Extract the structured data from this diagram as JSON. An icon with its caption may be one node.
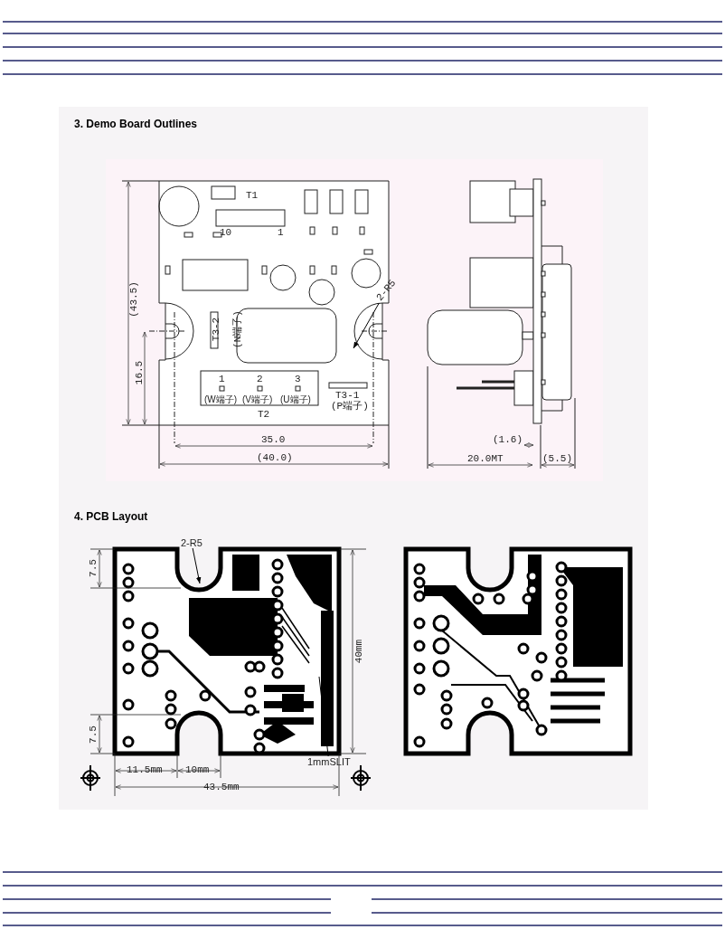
{
  "diagram": {
    "nodes": [
      {
        "text": [
          "2-R5"
        ]
      },
      {
        "text": [
          "2-R5"
        ]
      },
      {
        "text": [
          "1mmSLIT"
        ]
      }
    ],
    "edges": [
      {
        "from": 0,
        "to": null,
        "arrow": "to"
      },
      {
        "from": 1,
        "to": null,
        "arrow": "to"
      },
      {
        "from": 2,
        "to": null,
        "arrow": "none"
      }
    ],
    "labels": [
      "3. Demo Board Outlines",
      "T1",
      "10",
      "1",
      "T3-2",
      "(N端子)",
      "1",
      "2",
      "3",
      "(W端子)",
      "(V端子)",
      "(U端子)",
      "T2",
      "T3-1",
      "(P端子)",
      "(43.5)",
      "16.5",
      "35.0",
      "(40.0)",
      "(1.6)",
      "20.0MT",
      "(5.5)",
      "4. PCB Layout",
      "7.5",
      "7.5",
      "11.5mm",
      "10mm",
      "43.5mm",
      "40mm"
    ]
  }
}
